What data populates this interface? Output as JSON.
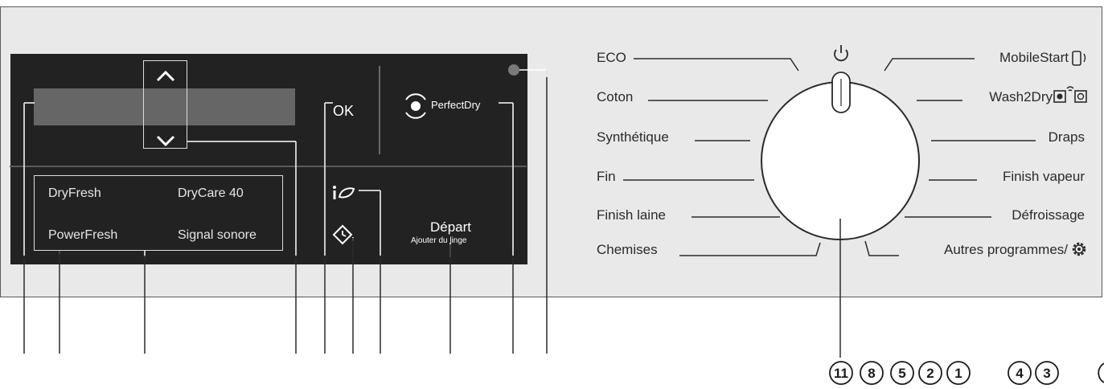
{
  "display": {
    "ok_label": "OK",
    "perfect_dry_label": "PerfectDry",
    "start_label": "Départ",
    "start_sub_label": "Ajouter du linge",
    "options": [
      "DryFresh",
      "DryCare 40",
      "PowerFresh",
      "Signal sonore"
    ]
  },
  "programs_left": [
    "ECO",
    "Coton",
    "Synthétique",
    "Fin",
    "Finish laine",
    "Chemises"
  ],
  "programs_right": [
    "MobileStart",
    "Wash2Dry",
    "Draps",
    "Finish vapeur",
    "Défroissage",
    "Autres programmes/"
  ],
  "callouts": [
    "11",
    "8",
    "5",
    "2",
    "1",
    "4",
    "3",
    "("
  ],
  "icons": [
    "arrow-up-icon",
    "arrow-down-icon",
    "perfectdry-icon",
    "eco-feedback-icon",
    "delay-start-icon",
    "power-icon",
    "mobile-start-icon",
    "wash2dry-icon",
    "settings-gear-icon"
  ],
  "colors": {
    "panel": "#e9e9e9",
    "screen": "#222222",
    "display_bar": "#666666",
    "led": "#7a7a7a"
  }
}
